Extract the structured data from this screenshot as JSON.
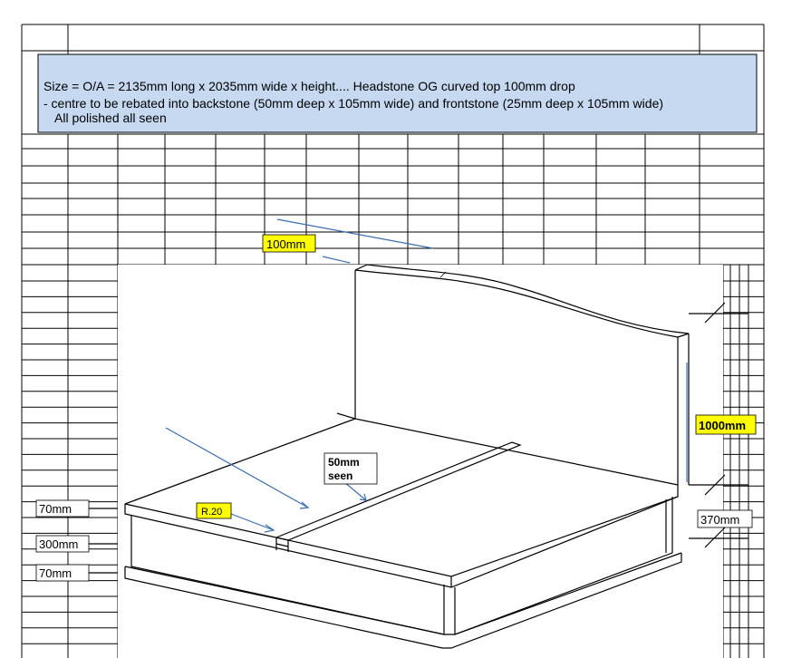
{
  "spec": {
    "line1": "Size =  O/A = 2135mm long x 2035mm wide  x            height....   Headstone OG curved top 100mm drop",
    "line2": "- centre to be rebated into backstone (50mm deep x 105mm wide) and frontstone (25mm deep x 105mm wide)",
    "line3": "All polished all seen"
  },
  "labels": {
    "drop": "100mm",
    "height": "1000mm",
    "base": "370mm",
    "radius": "R.20",
    "seen_1": "50mm",
    "seen_2": "seen",
    "left_top": "70mm",
    "left_mid": "300mm",
    "left_bot": "70mm"
  },
  "colors": {
    "spec_fill": "#c6d9f1",
    "highlight": "#ffff00",
    "arrow": "#3a6db3"
  }
}
